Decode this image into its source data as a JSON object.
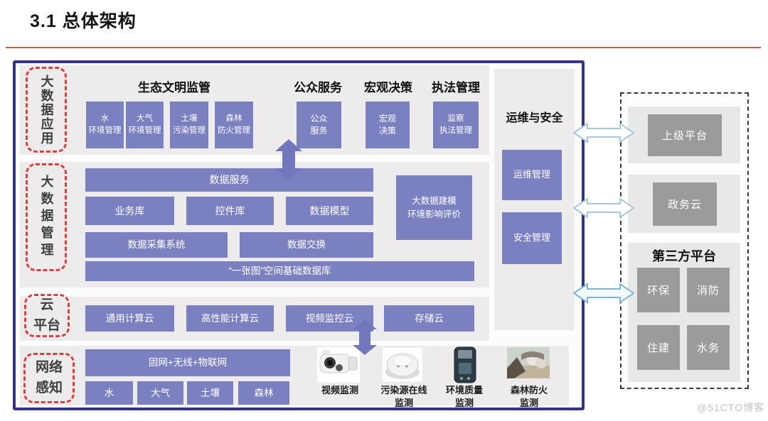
{
  "title": "3.1 总体架构",
  "watermark": "@51CTO博客",
  "left_labels": {
    "app": "大数据应用",
    "mgmt": "大数据管理",
    "cloud": "云\n平台",
    "network": "网络\n感知"
  },
  "app_layer": {
    "header_eco": "生态文明监管",
    "header_public": "公众服务",
    "header_macro": "宏观决策",
    "header_law": "执法管理",
    "box_water": "水\n环境管理",
    "box_air": "大气\n环境管理",
    "box_soil": "土壤\n污染管理",
    "box_forest": "森林\n防火管理",
    "box_public": "公众\n服务",
    "box_macro": "宏观\n决策",
    "box_supervision": "监察\n执法管理"
  },
  "mgmt_layer": {
    "data_service": "数据服务",
    "business_db": "业务库",
    "control_db": "控件库",
    "data_model": "数据模型",
    "bigdata_modeling": "大数据建模\n环境影响评价",
    "data_collection": "数据采集系统",
    "data_exchange": "数据交换",
    "one_map_db": "“一张图”空间基础数据库"
  },
  "cloud_layer": {
    "general": "通用计算云",
    "hpc": "高性能计算云",
    "video": "视频监控云",
    "storage": "存储云"
  },
  "network_layer": {
    "backbone": "固网+无线+物联网",
    "water": "水",
    "air": "大气",
    "soil": "土壤",
    "forest": "森林",
    "sensors": [
      {
        "label": "视频监测"
      },
      {
        "label": "污染源在线\n监测"
      },
      {
        "label": "环境质量\n监测"
      },
      {
        "label": "森林防火\n监测"
      }
    ]
  },
  "ops": {
    "header": "运维与安全",
    "ops_mgmt": "运维管理",
    "security_mgmt": "安全管理"
  },
  "external": {
    "superior": "上级平台",
    "gov_cloud": "政务云",
    "third_party_header": "第三方平台",
    "env": "环保",
    "fire": "消防",
    "housing": "住建",
    "water_affairs": "水务"
  },
  "colors": {
    "purple": "#7b80c1",
    "purple_dark": "#7276bc",
    "navy_border": "#32328c",
    "red_dashed": "#d9413e",
    "band_gray": "#edebeb",
    "gray_box": "#9b9b9b",
    "arrow_outline": "#a9c7d9",
    "red_rule": "#c9524e"
  }
}
